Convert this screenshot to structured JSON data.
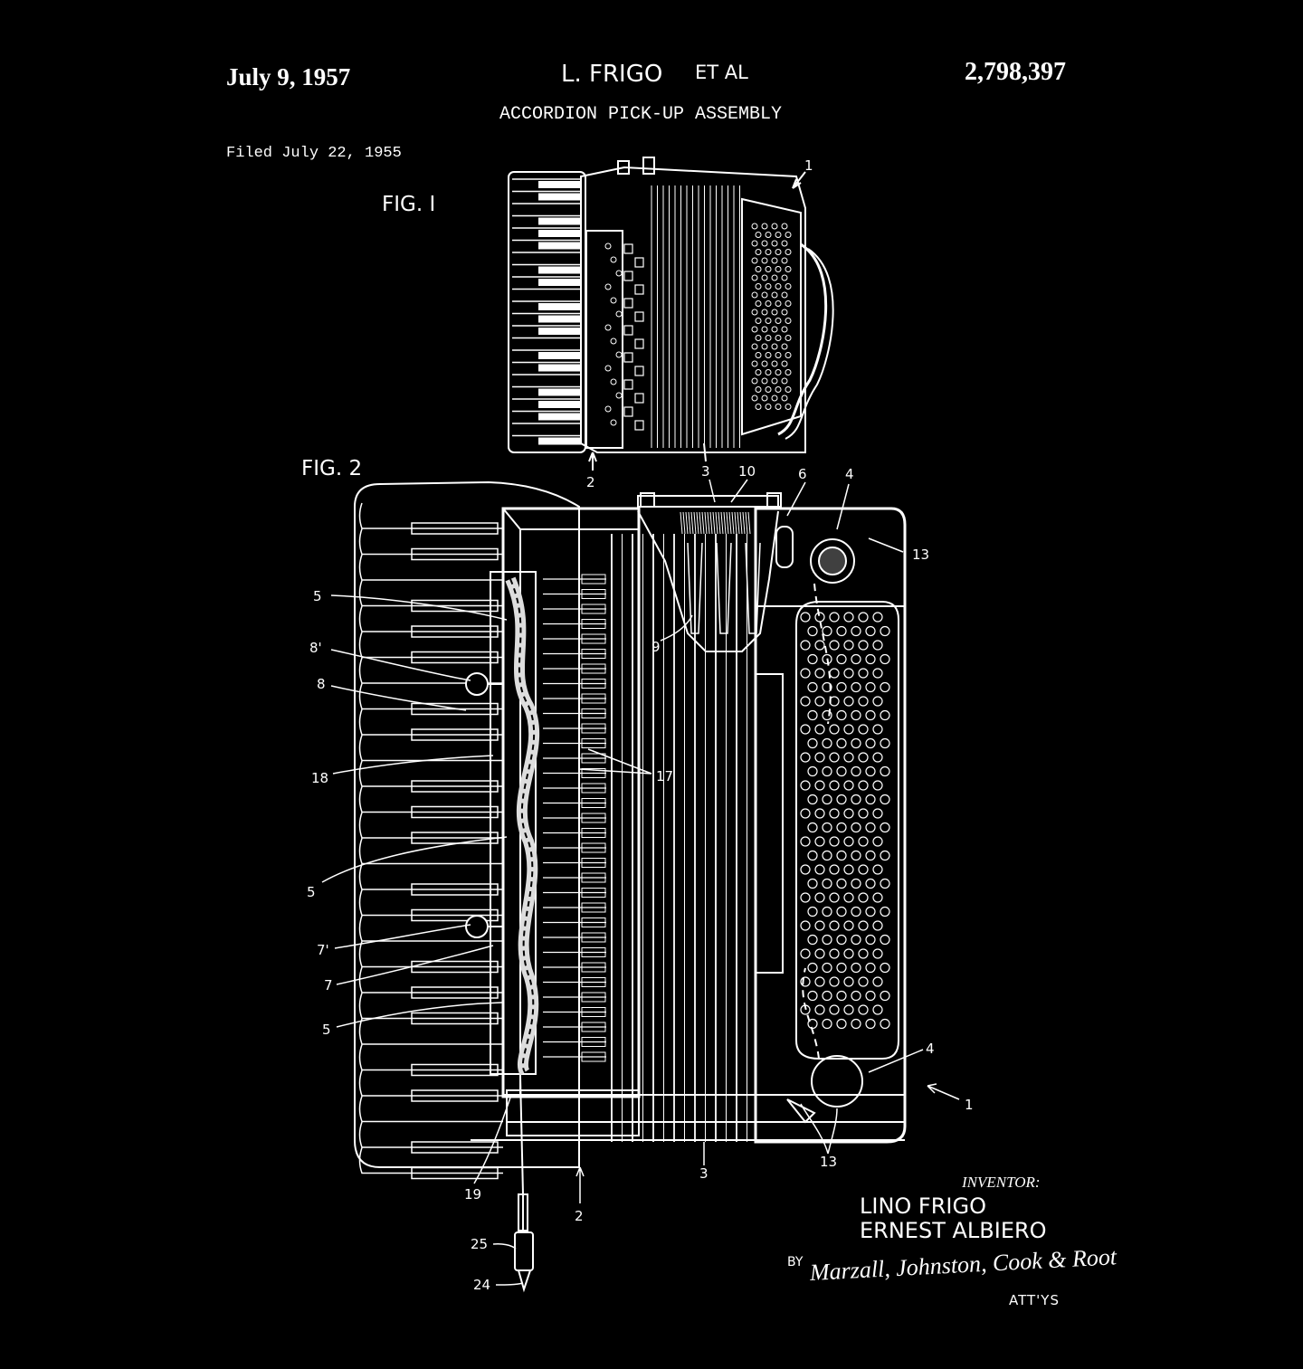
{
  "header": {
    "date": "July 9, 1957",
    "inventor_short": "L. FRIGO",
    "et_al": "ET AL",
    "patent_number": "2,798,397",
    "title": "ACCORDION PICK-UP ASSEMBLY",
    "filed": "Filed July 22, 1955"
  },
  "figures": {
    "fig1_label": "FIG. I",
    "fig2_label": "FIG. 2"
  },
  "fig1_refs": [
    "1",
    "2",
    "3",
    "10",
    "6",
    "4"
  ],
  "fig2_refs": {
    "r13a": "13",
    "r9": "9",
    "r5a": "5",
    "r8p": "8'",
    "r8": "8",
    "r18": "18",
    "r17": "17",
    "r5b": "5",
    "r7p": "7'",
    "r7": "7",
    "r5c": "5",
    "r4b": "4",
    "r1b": "1",
    "r19": "19",
    "r3b": "3",
    "r13b": "13",
    "r2b": "2",
    "r25": "25",
    "r24": "24"
  },
  "signature_block": {
    "inventor_heading": "INVENTOR:",
    "inventor_1": "LINO FRIGO",
    "inventor_2": "ERNEST ALBIERO",
    "by": "BY",
    "attorneys_signature": "Marzall, Johnston, Cook & Root",
    "attys": "ATT'YS"
  }
}
